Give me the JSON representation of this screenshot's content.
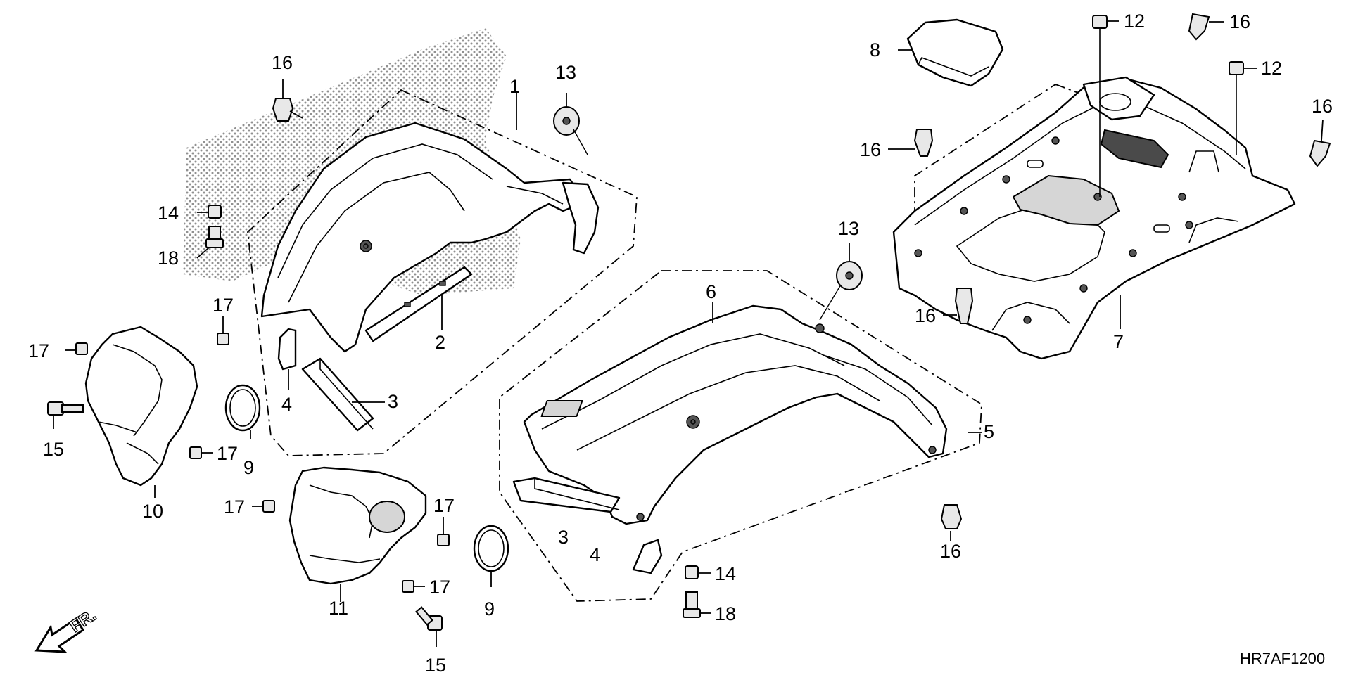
{
  "callouts": {
    "c1": "1",
    "c2": "2",
    "c3a": "3",
    "c3b": "3",
    "c4a": "4",
    "c4b": "4",
    "c5": "5",
    "c6": "6",
    "c7": "7",
    "c8": "8",
    "c9a": "9",
    "c9b": "9",
    "c10": "10",
    "c11": "11",
    "c12a": "12",
    "c12b": "12",
    "c13a": "13",
    "c13b": "13",
    "c14a": "14",
    "c14b": "14",
    "c15a": "15",
    "c15b": "15",
    "c16a": "16",
    "c16b": "16",
    "c16c": "16",
    "c16d": "16",
    "c16e": "16",
    "c16f": "16",
    "c17a": "17",
    "c17b": "17",
    "c17c": "17",
    "c17d": "17",
    "c17e": "17",
    "c17f": "17",
    "c18a": "18",
    "c18b": "18"
  },
  "diagram_code": "HR7AF1200",
  "direction_label": "FR."
}
